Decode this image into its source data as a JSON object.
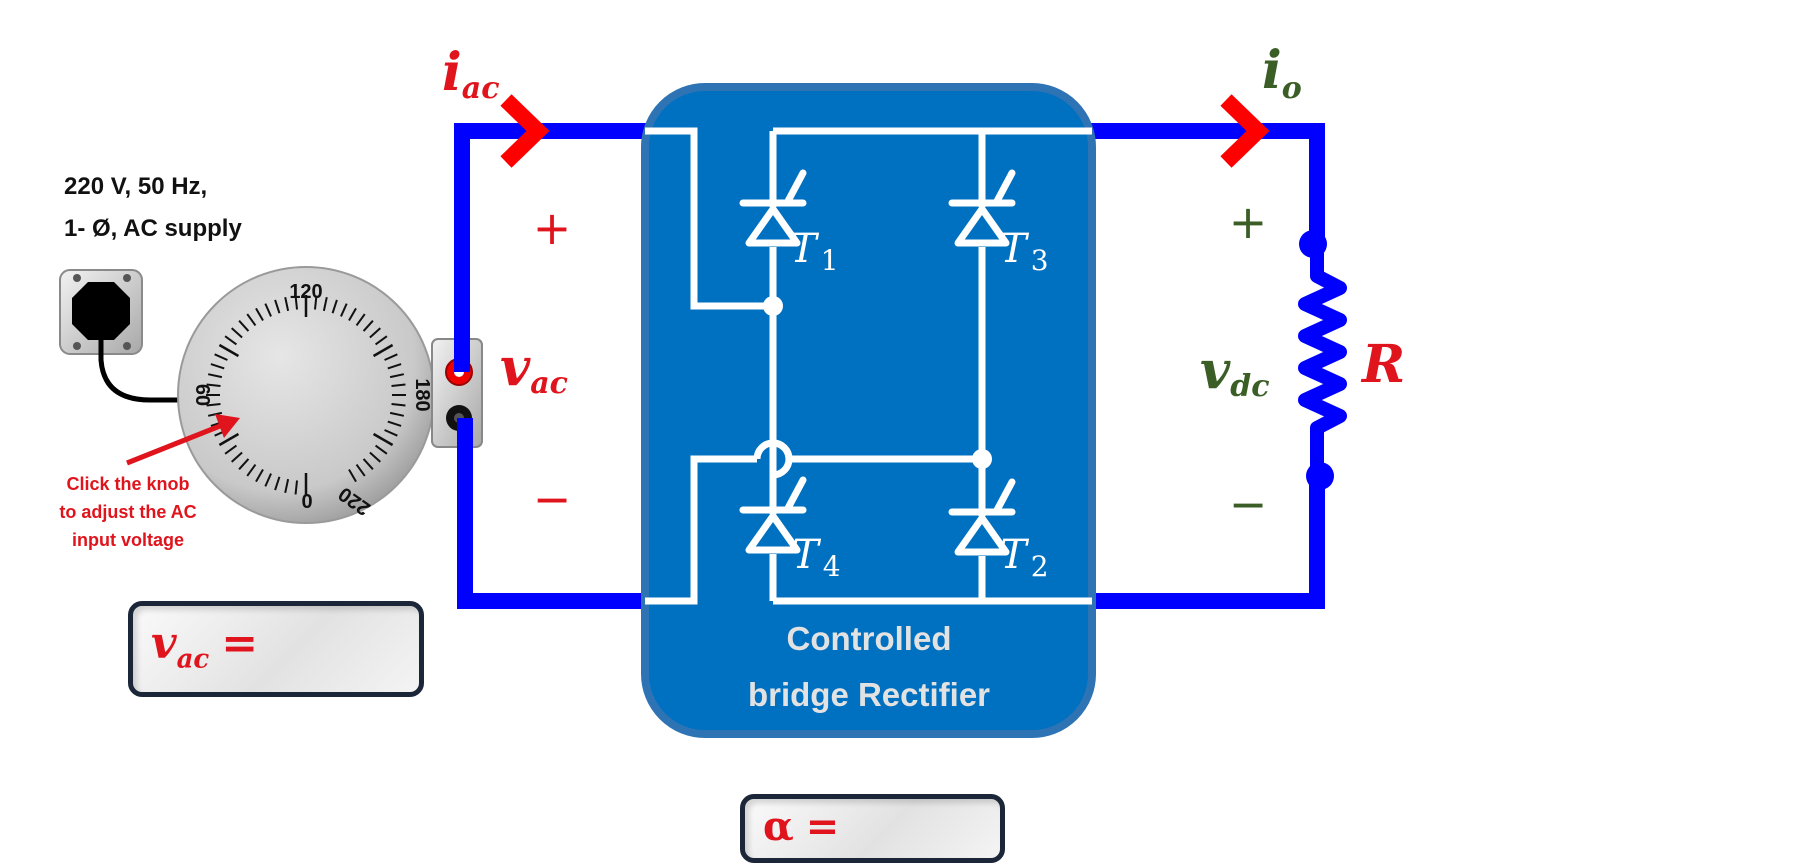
{
  "supply": {
    "line1": "220 V, 50 Hz,",
    "line2": "1- Ø, AC supply"
  },
  "hint": {
    "line1": "Click the knob",
    "line2": "to adjust the AC",
    "line3": "input voltage"
  },
  "knob": {
    "dial_labels": [
      "0",
      "60",
      "120",
      "180",
      "220"
    ]
  },
  "labels": {
    "i_ac": {
      "main": "i",
      "sub": "ac"
    },
    "i_o": {
      "main": "i",
      "sub": "o"
    },
    "v_ac": {
      "main": "v",
      "sub": "ac"
    },
    "v_dc": {
      "main": "v",
      "sub": "dc"
    },
    "R": "R",
    "plus": "+",
    "minus": "−"
  },
  "rectifier": {
    "title_line1": "Controlled",
    "title_line2": "bridge Rectifier",
    "thyristors": [
      {
        "main": "T",
        "sub": "1"
      },
      {
        "main": "T",
        "sub": "3"
      },
      {
        "main": "T",
        "sub": "4"
      },
      {
        "main": "T",
        "sub": "2"
      }
    ]
  },
  "readouts": {
    "vac": {
      "main": "v",
      "sub": "ac",
      "eq": "=",
      "value": ""
    },
    "alpha": {
      "main": "α",
      "eq": "=",
      "value": ""
    }
  },
  "colors": {
    "wire": "#0000ff",
    "rectifier_box": "#0070c0",
    "accent_red": "#e0141c",
    "accent_green": "#3a5e26"
  }
}
